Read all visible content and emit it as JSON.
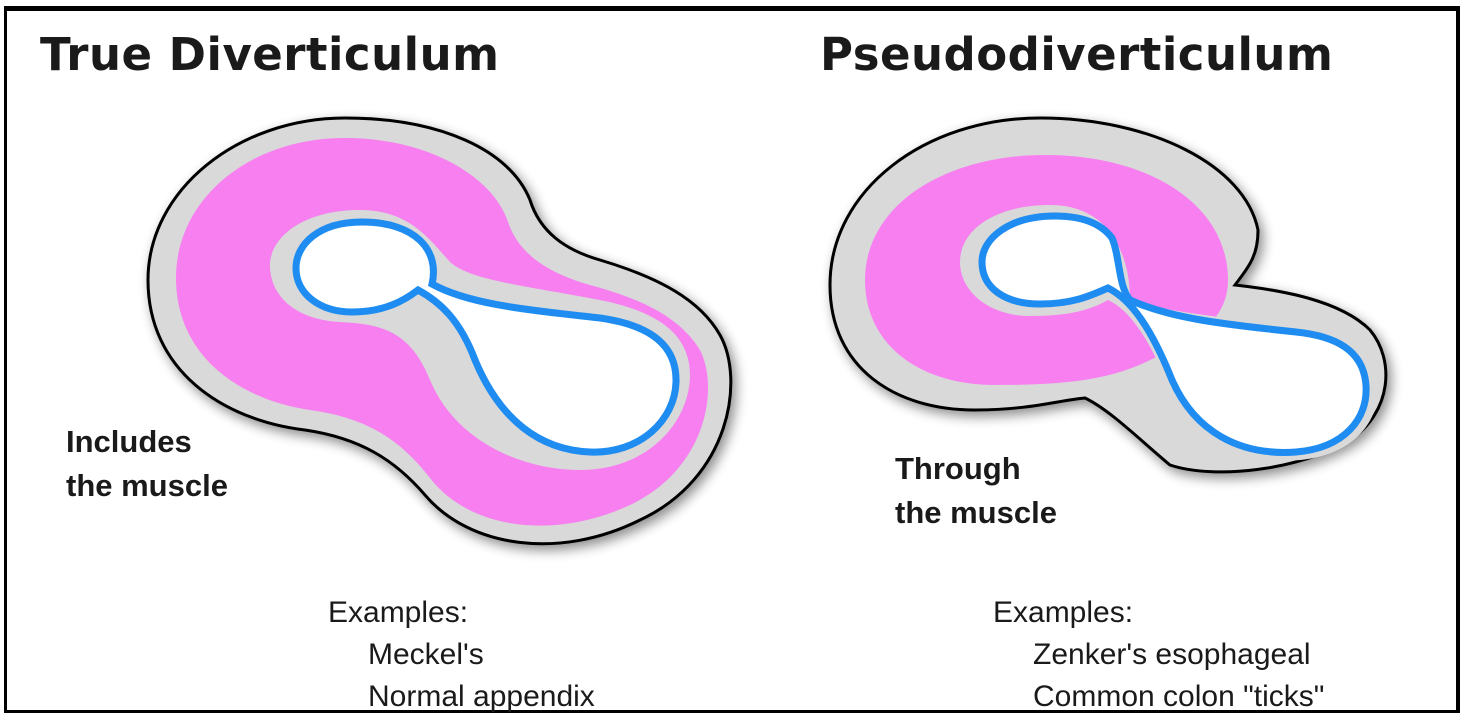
{
  "left": {
    "title": "True Diverticulum",
    "label_line1": "Includes",
    "label_line2": "the muscle",
    "examples_heading": "Examples:",
    "examples": [
      "Meckel's",
      "Normal appendix"
    ]
  },
  "right": {
    "title": "Pseudodiverticulum",
    "label_line1": "Through",
    "label_line2": "the muscle",
    "examples_heading": "Examples:",
    "examples": [
      "Zenker's esophageal",
      "Common colon \"ticks\""
    ]
  },
  "colors": {
    "outer_layer": "#d9d9d9",
    "muscle_layer": "#f77ff0",
    "mucosa_outline": "#1e8cf0",
    "lumen": "#ffffff",
    "outline": "#000000"
  }
}
